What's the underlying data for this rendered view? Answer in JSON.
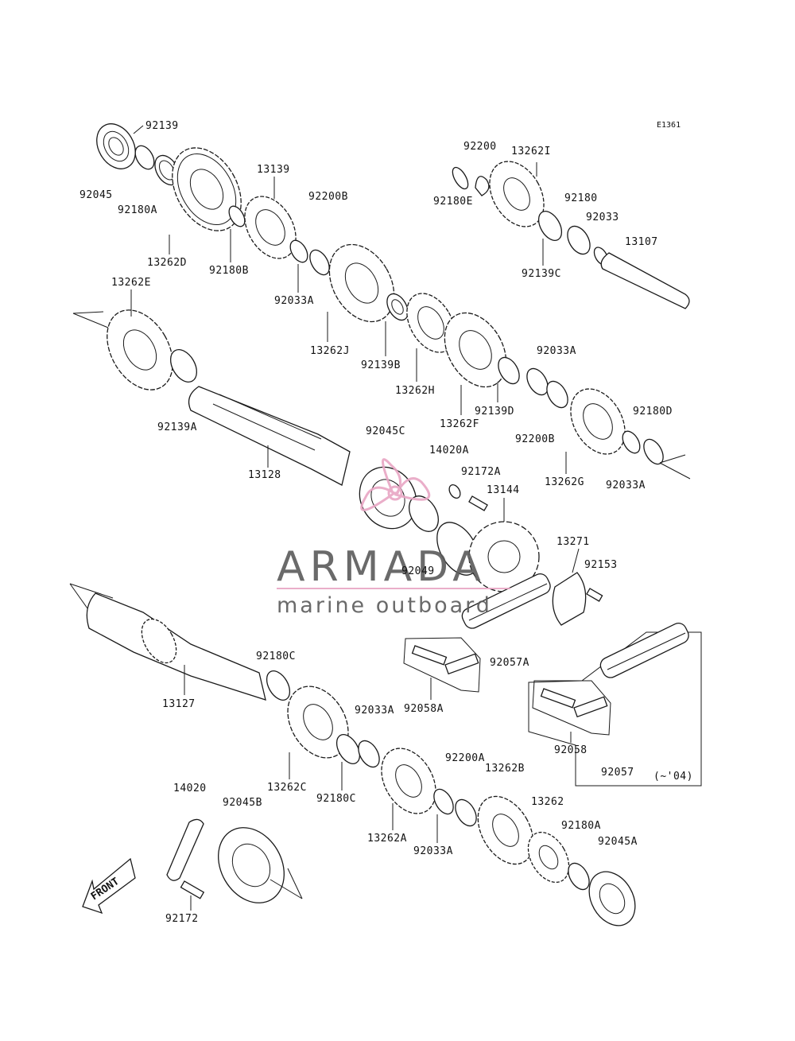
{
  "diagram_code": "E1361",
  "note": "(~'04)",
  "front_label": "FRONT",
  "watermark": {
    "title": "ARMADA",
    "subtitle": "marine outboard",
    "accent_color": "#e8a6c4",
    "text_color": "#5a5a5a"
  },
  "parts": {
    "p92139": "92139",
    "p92045": "92045",
    "p92180A_top": "92180A",
    "p13262D": "13262D",
    "p92180B": "92180B",
    "p13139": "13139",
    "p92200B_top": "92200B",
    "p92033A_1": "92033A",
    "p13262J": "13262J",
    "p92139B": "92139B",
    "p13262H": "13262H",
    "p13262F": "13262F",
    "p92200": "92200",
    "p13262I": "13262I",
    "p92180E": "92180E",
    "p92180": "92180",
    "p92033": "92033",
    "p13107": "13107",
    "p92139C": "92139C",
    "p13262E": "13262E",
    "p92139A": "92139A",
    "p13128": "13128",
    "p92033A_2": "92033A",
    "p92139D": "92139D",
    "p92200B_mid": "92200B",
    "p13262G_top": "13262G",
    "p92180D": "92180D",
    "p92033A_3": "92033A",
    "p92045C": "92045C",
    "p14020A": "14020A",
    "p92172A": "92172A",
    "p13144": "13144",
    "p92049": "92049",
    "p13271": "13271",
    "p92153": "92153",
    "p92057A": "92057A",
    "p92058A": "92058A",
    "p92180C_1": "92180C",
    "p13127": "13127",
    "p13262C": "13262C",
    "p92033A_4": "92033A",
    "p92180C_2": "92180C",
    "p92200A": "92200A",
    "p13262B": "13262B",
    "p14020": "14020",
    "p92045B": "92045B",
    "p13262A": "13262A",
    "p92033A_5": "92033A",
    "p13262": "13262",
    "p92180A_bot": "92180A",
    "p92045A": "92045A",
    "p92172": "92172",
    "p92058": "92058",
    "p92057": "92057"
  }
}
